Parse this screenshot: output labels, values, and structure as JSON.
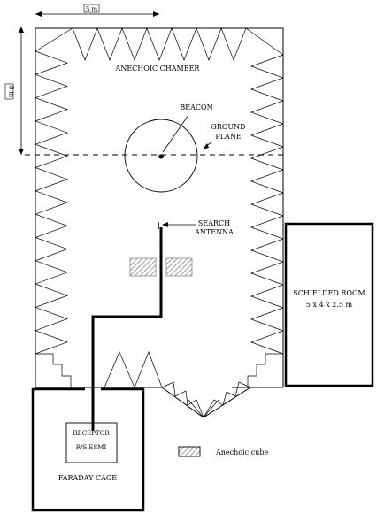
{
  "dimensions": {
    "width_label": "5 m",
    "height_label": "8 m"
  },
  "chamber": {
    "title": "ANECHOIC CHAMBER",
    "beacon_label": "BEACON",
    "ground_plane_label": [
      "GROUND",
      "PLANE"
    ],
    "search_antenna_label": [
      "SEARCH",
      "ANTENNA"
    ]
  },
  "shielded_room": {
    "title": "SCHIELDED ROOM",
    "size": "5 x 4 x 2.5 m"
  },
  "faraday_cage": {
    "title": "FARADAY CAGE",
    "receptor": [
      "RECEPTOR",
      "R/S ESMI"
    ]
  },
  "legend": {
    "anechoic_cube": "Anechoic cube"
  }
}
